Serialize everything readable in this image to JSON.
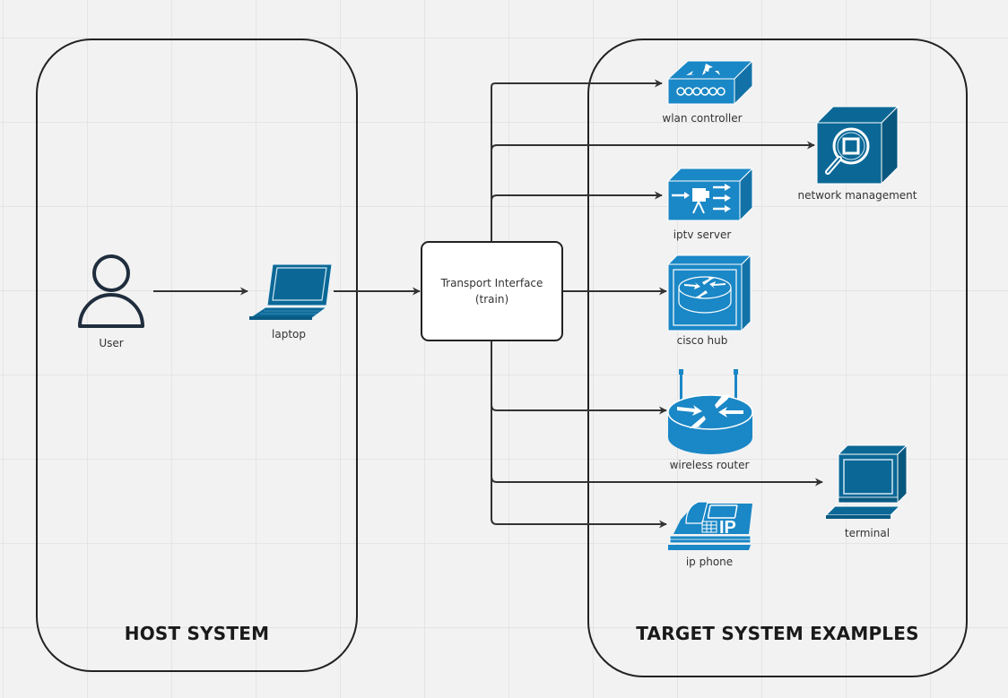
{
  "zones": {
    "host": {
      "title": "HOST SYSTEM"
    },
    "target": {
      "title": "TARGET SYSTEM EXAMPLES"
    }
  },
  "nodes": {
    "user": {
      "label": "User",
      "icon": "user-icon"
    },
    "laptop": {
      "label": "laptop",
      "icon": "laptop-icon"
    },
    "transport": {
      "line1": "Transport Interface",
      "line2": "(train)"
    },
    "wlan_controller": {
      "label": "wlan controller",
      "icon": "wlan-controller-icon"
    },
    "network_management": {
      "label": "network management",
      "icon": "network-management-icon"
    },
    "iptv_server": {
      "label": "iptv server",
      "icon": "iptv-server-icon"
    },
    "cisco_hub": {
      "label": "cisco hub",
      "icon": "cisco-hub-icon"
    },
    "wireless_router": {
      "label": "wireless router",
      "icon": "wireless-router-icon"
    },
    "terminal": {
      "label": "terminal",
      "icon": "terminal-icon"
    },
    "ip_phone": {
      "label": "ip phone",
      "icon": "ip-phone-icon",
      "badge": "IP"
    }
  },
  "edges": [
    {
      "from": "user",
      "to": "laptop"
    },
    {
      "from": "laptop",
      "to": "transport"
    },
    {
      "from": "transport",
      "to": "wlan_controller"
    },
    {
      "from": "transport",
      "to": "network_management"
    },
    {
      "from": "transport",
      "to": "iptv_server"
    },
    {
      "from": "transport",
      "to": "cisco_hub"
    },
    {
      "from": "transport",
      "to": "wireless_router"
    },
    {
      "from": "transport",
      "to": "terminal"
    },
    {
      "from": "transport",
      "to": "ip_phone"
    }
  ],
  "colors": {
    "icon_bright": "#1a87c6",
    "icon_dark": "#0b6896",
    "line": "#333333",
    "background": "#f2f2f2"
  }
}
